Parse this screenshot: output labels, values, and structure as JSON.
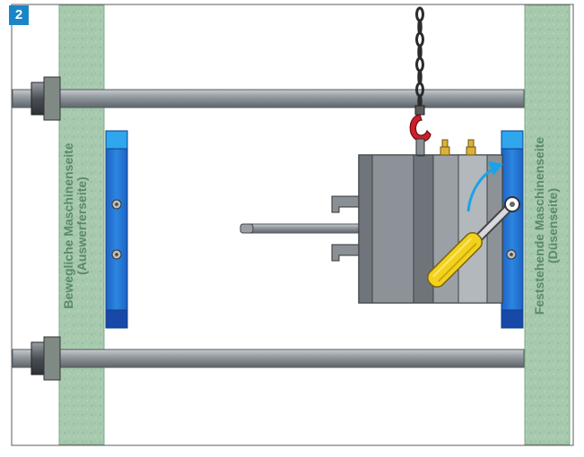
{
  "figure": {
    "number": "2",
    "accent_color": "#1a86c8",
    "platen_color": "#9fc4a8",
    "label_color": "#5a8a68",
    "moving_side": {
      "line1": "Bewegliche Maschinenseite",
      "line2": "(Auswerferseite)"
    },
    "fixed_side": {
      "line1": "Feststehende Maschinenseite",
      "line2": "(Düsenseite)"
    },
    "icons": [
      "chain-icon",
      "crane-hook-icon",
      "screwdriver-icon",
      "rotation-arrow-icon"
    ]
  }
}
